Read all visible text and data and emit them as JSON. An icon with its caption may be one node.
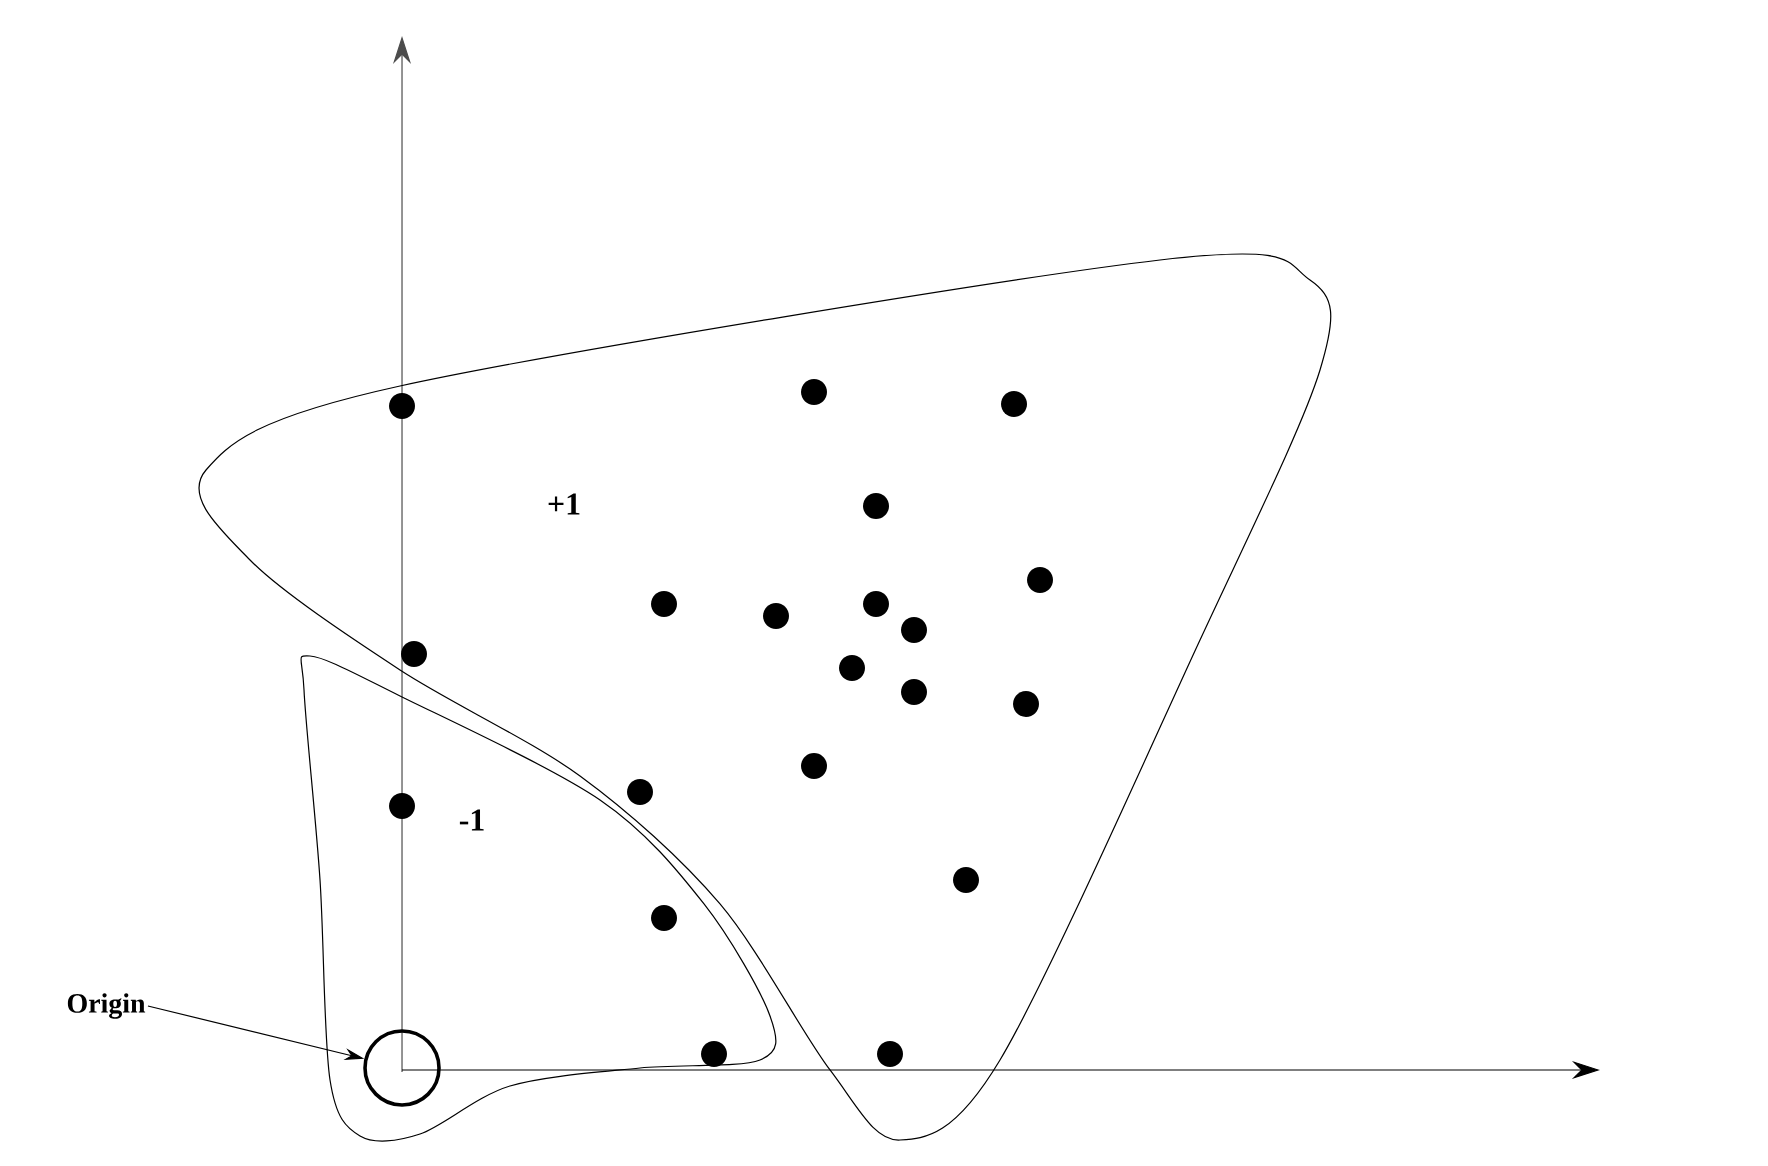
{
  "diagram": {
    "nodes": [
      {
        "text": [
          "Origin"
        ]
      },
      {
        "text": [],
        "shape": "circle"
      }
    ],
    "edges": [
      {
        "from": 0,
        "to": 1,
        "arrow": "to"
      }
    ],
    "labels": [
      "+1",
      "-1"
    ]
  }
}
